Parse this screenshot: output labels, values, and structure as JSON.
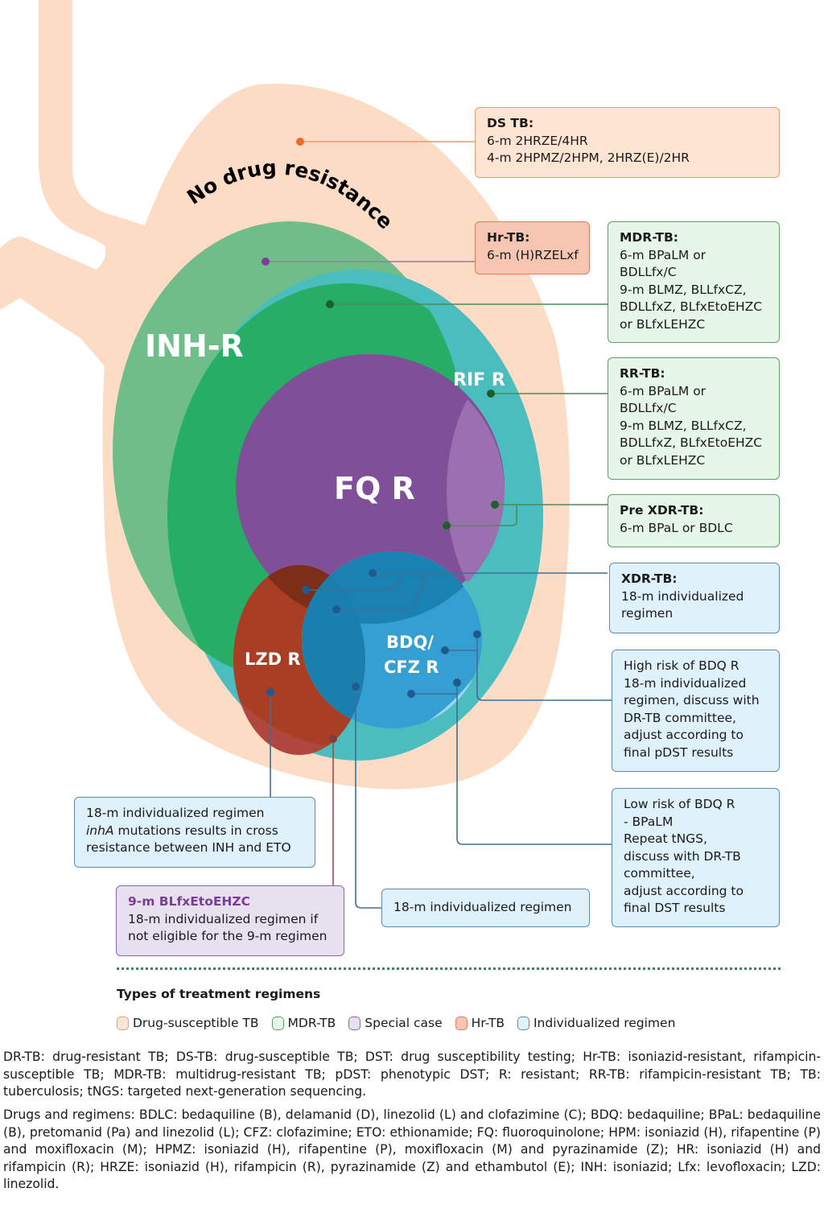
{
  "diagram": {
    "outer_label": "No drug resistance",
    "regions": {
      "inh": "INH-R",
      "rif": "RIF R",
      "fq": "FQ R",
      "lzd": "LZD R",
      "bdq_line1": "BDQ/",
      "bdq_line2": "CFZ R"
    },
    "colors": {
      "lung": "#fddcc6",
      "inh": "#6fbd88",
      "mdr": "#27ae66",
      "rif": "#4bbdbe",
      "fq": "#7f4f97",
      "lzd": "#b03f2c",
      "bdq": "#2f9bd2",
      "bdq_light": "#9ad5f3",
      "ds_dot": "#ee6a2c",
      "hr_dot": "#7a3e96",
      "mdr_dot": "#1e5e2a",
      "ind_dot": "#1f5b8f"
    }
  },
  "boxes": {
    "ds": {
      "title": "DS TB:",
      "lines": [
        "6-m 2HRZE/4HR",
        "4-m 2HPMZ/2HPM, 2HRZ(E)/2HR"
      ]
    },
    "hr": {
      "title": "Hr-TB:",
      "lines": [
        "6-m (H)RZELxf"
      ]
    },
    "mdr": {
      "title": "MDR-TB:",
      "lines": [
        "6-m BPaLM or",
        "BDLLfx/C",
        "9-m BLMZ, BLLfxCZ,",
        "BDLLfxZ, BLfxEtoEHZC",
        "or BLfxLEHZC"
      ]
    },
    "rr": {
      "title": "RR-TB:",
      "lines": [
        "6-m BPaLM or",
        "BDLLfx/C",
        "9-m BLMZ, BLLfxCZ,",
        "BDLLfxZ, BLfxEtoEHZC",
        "or BLfxLEHZC"
      ]
    },
    "prexdr": {
      "title": "Pre XDR-TB:",
      "lines": [
        "6-m BPaL or BDLC"
      ]
    },
    "xdr": {
      "title": "XDR-TB:",
      "lines": [
        "18-m individualized",
        "regimen"
      ]
    },
    "high_bdq": {
      "lines": [
        "High risk of BDQ R",
        "18-m individualized",
        "regimen, discuss with",
        "DR-TB committee,",
        "adjust according to",
        "final pDST results"
      ]
    },
    "low_bdq": {
      "lines": [
        "Low risk of BDQ R",
        "- BPaLM",
        "Repeat tNGS,",
        "discuss with DR-TB",
        "committee,",
        "adjust according to",
        "final DST results"
      ]
    },
    "lzd_ind": {
      "line1": "18-m individualized regimen",
      "line2_italic": "inhA",
      "line2_rest": " mutations results in cross",
      "line3": "resistance between INH and ETO"
    },
    "special": {
      "title": "9-m BLfxEtoEHZC",
      "lines": [
        "18-m individualized regimen if",
        "not eligible for the 9-m regimen"
      ]
    },
    "ind18": {
      "lines": [
        "18-m individualized regimen"
      ]
    }
  },
  "legend": {
    "title": "Types of treatment regimens",
    "items": [
      {
        "label": "Drug-susceptible TB",
        "fill": "#fde4d3",
        "border": "#ee9a6e"
      },
      {
        "label": "MDR-TB",
        "fill": "#e6f6e9",
        "border": "#5e9c68"
      },
      {
        "label": "Special case",
        "fill": "#e7e0ef",
        "border": "#8e67a8"
      },
      {
        "label": "Hr-TB",
        "fill": "#f6c6b2",
        "border": "#e8795a"
      },
      {
        "label": "Individualized regimen",
        "fill": "#dff1fb",
        "border": "#5a8db5"
      }
    ]
  },
  "footnotes": {
    "abbreviations": "DR-TB: drug-resistant TB; DS-TB: drug-susceptible TB; DST: drug susceptibility testing; Hr-TB: isoniazid-resistant, rifampicin-susceptible TB; MDR-TB: multidrug-resistant TB; pDST: phenotypic DST; R: resistant; RR-TB: rifampicin-resistant TB; TB: tuberculosis; tNGS: targeted next-generation sequencing.",
    "drugs": "Drugs and regimens: BDLC: bedaquiline (B), delamanid (D), linezolid (L) and clofazimine (C); BDQ: bedaquiline; BPaL: bedaquiline (B), pretomanid (Pa) and linezolid (L); CFZ: clofazimine; ETO: ethionamide; FQ: fluoroquinolone; HPM: isoniazid (H), rifapentine (P) and moxifloxacin (M); HPMZ: isoniazid (H), rifapentine (P), moxifloxacin (M) and pyrazinamide (Z); HR: isoniazid (H) and rifampicin (R); HRZE: isoniazid (H), rifampicin (R), pyrazinamide (Z) and ethambutol (E); INH: isoniazid; Lfx: levofloxacin; LZD: linezolid."
  }
}
